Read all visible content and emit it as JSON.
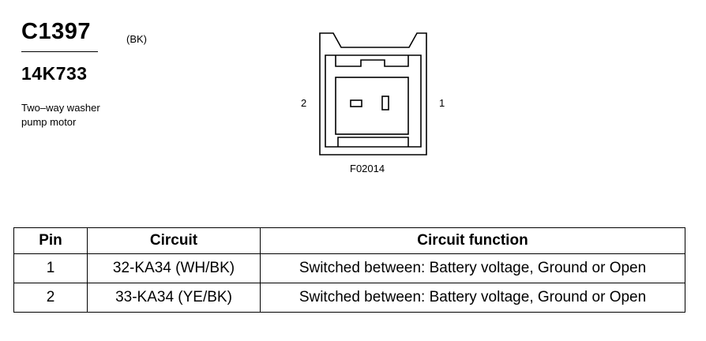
{
  "header": {
    "connector_id": "C1397",
    "connector_color": "(BK)",
    "part_number": "14K733",
    "description_line1": "Two–way washer",
    "description_line2": "pump motor"
  },
  "diagram": {
    "pin_label_left": "2",
    "pin_label_right": "1",
    "figure_code": "F02014"
  },
  "table": {
    "headers": {
      "pin": "Pin",
      "circuit": "Circuit",
      "function": "Circuit function"
    },
    "rows": [
      {
        "pin": "1",
        "circuit": "32-KA34 (WH/BK)",
        "function": "Switched between: Battery voltage, Ground or Open"
      },
      {
        "pin": "2",
        "circuit": "33-KA34 (YE/BK)",
        "function": "Switched between: Battery voltage, Ground or Open"
      }
    ]
  }
}
